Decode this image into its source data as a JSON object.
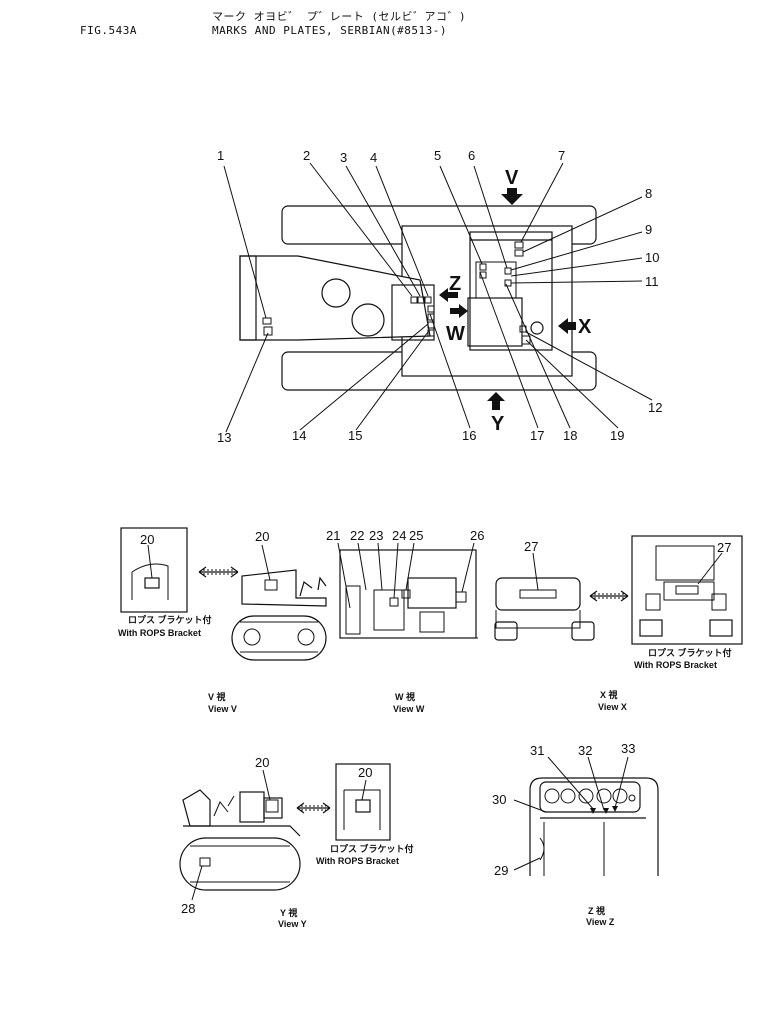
{
  "header": {
    "fig_no": "FIG.543A",
    "jp_title": "マーク オヨビ゛ プ゛レート (セルビ゛アコ゛)",
    "en_title": "MARKS AND PLATES, SERBIAN(#8513-)"
  },
  "view_arrows": {
    "v": "V",
    "w": "W",
    "x": "X",
    "y": "Y",
    "z": "Z"
  },
  "callouts": [
    "1",
    "2",
    "3",
    "4",
    "5",
    "6",
    "7",
    "8",
    "9",
    "10",
    "11",
    "12",
    "13",
    "14",
    "15",
    "16",
    "17",
    "18",
    "19",
    "20",
    "21",
    "22",
    "23",
    "24",
    "25",
    "26",
    "27",
    "28",
    "29",
    "30",
    "31",
    "32",
    "33"
  ],
  "rops": {
    "jp": "ロプス ブラケット付",
    "en": "With ROPS Bracket"
  },
  "views": {
    "v": {
      "jp": "V 視",
      "en": "View V"
    },
    "w": {
      "jp": "W 視",
      "en": "View W"
    },
    "x": {
      "jp": "X 視",
      "en": "View X"
    },
    "y": {
      "jp": "Y 視",
      "en": "View Y"
    },
    "z": {
      "jp": "Z 視",
      "en": "View Z"
    }
  }
}
